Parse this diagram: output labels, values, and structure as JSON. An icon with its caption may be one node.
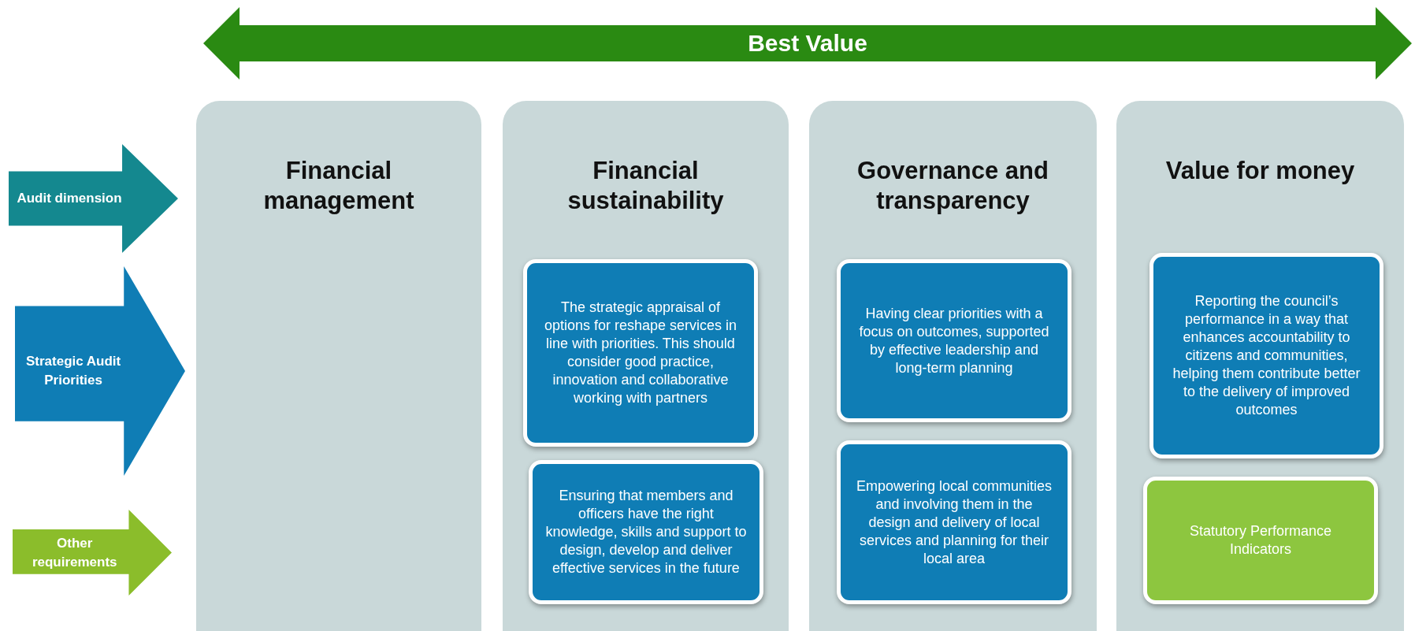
{
  "diagram": {
    "nodes": [
      {
        "text": [
          "Best Value"
        ]
      },
      {
        "text": [
          "Audit dimension"
        ]
      },
      {
        "text": [
          "Strategic Audit Priorities"
        ]
      },
      {
        "text": [
          "Other requirements"
        ]
      },
      {
        "text": [
          "Financial management"
        ]
      },
      {
        "text": [
          "Financial sustainability"
        ]
      },
      {
        "text": [
          "The strategic appraisal of options for reshape services in line with priorities. This should consider good practice, innovation and collaborative working with partners"
        ],
        "in": 5
      },
      {
        "text": [
          "Ensuring that members and officers have the right knowledge, skills and support to design, develop and deliver effective services in the future"
        ],
        "in": 5
      },
      {
        "text": [
          "Governance and transparency"
        ]
      },
      {
        "text": [
          "Having clear priorities with a focus on outcomes, supported by effective leadership and long-term planning"
        ],
        "in": 8
      },
      {
        "text": [
          "Empowering local communities and involving them in the design and delivery of local services and planning for their local area"
        ],
        "in": 8
      },
      {
        "text": [
          "Value for money"
        ]
      },
      {
        "text": [
          "Reporting the council’s performance in a way that enhances accountability to citizens and communities, helping them contribute better to the delivery of improved outcomes"
        ],
        "in": 11
      },
      {
        "text": [
          "Statutory Performance Indicators"
        ],
        "in": 11
      }
    ]
  }
}
